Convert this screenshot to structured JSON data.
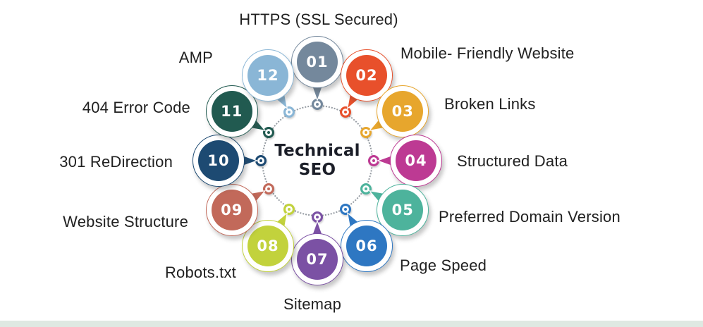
{
  "title": {
    "line1": "Technical",
    "line2": "SEO"
  },
  "items": [
    {
      "num": "01",
      "label": "HTTPS (SSL Secured)",
      "color": "#74889c"
    },
    {
      "num": "02",
      "label": "Mobile- Friendly Website",
      "color": "#e8502b"
    },
    {
      "num": "03",
      "label": "Broken Links",
      "color": "#e7a62d"
    },
    {
      "num": "04",
      "label": "Structured Data",
      "color": "#bd3a93"
    },
    {
      "num": "05",
      "label": "Preferred Domain Version",
      "color": "#4db39c"
    },
    {
      "num": "06",
      "label": "Page Speed",
      "color": "#2e77c2"
    },
    {
      "num": "07",
      "label": "Sitemap",
      "color": "#7b51a4"
    },
    {
      "num": "08",
      "label": "Robots.txt",
      "color": "#c2d23c"
    },
    {
      "num": "09",
      "label": "Website Structure",
      "color": "#c2695a"
    },
    {
      "num": "10",
      "label": "301 ReDirection",
      "color": "#1d4a72"
    },
    {
      "num": "11",
      "label": "404 Error Code",
      "color": "#215a50"
    },
    {
      "num": "12",
      "label": "AMP",
      "color": "#8ab6d6"
    }
  ],
  "colors": {
    "background": "#ffffff",
    "bottom_strip": "#dfe9e2",
    "label_text": "#212121",
    "title_text": "#1b1e28",
    "dotted_ring": "#969ca3"
  }
}
